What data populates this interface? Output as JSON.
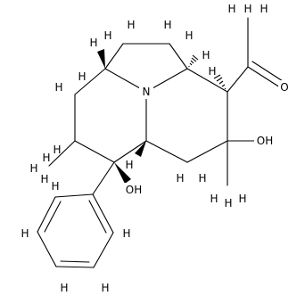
{
  "structure": {
    "atom_labels": {
      "nitrogen": "N",
      "carbonyl_oxygen": "O",
      "hydroxyl_right": "OH",
      "hydroxyl_left": "OH",
      "hydrogen": "H"
    }
  }
}
